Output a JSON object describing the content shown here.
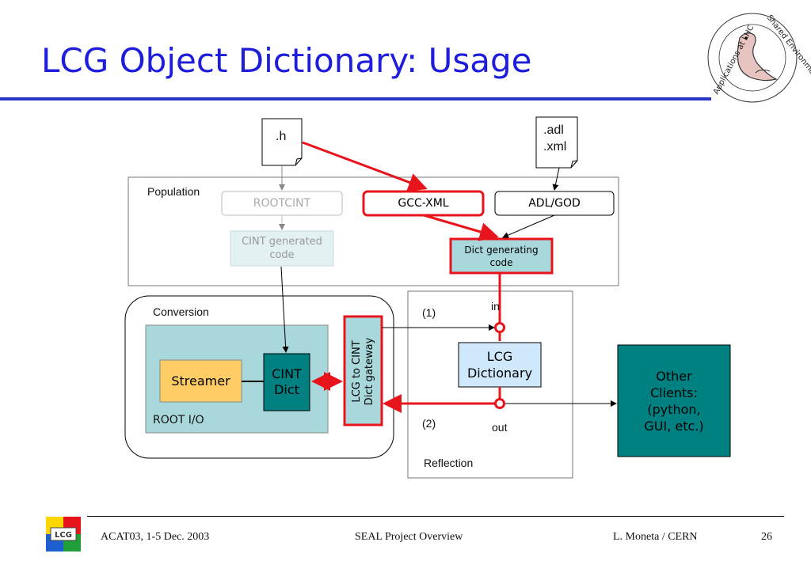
{
  "slide": {
    "title": "LCG Object Dictionary: Usage"
  },
  "logo": {
    "text_left": "Applications at LHC",
    "text_right": "Shared Environment for"
  },
  "files": {
    "h_label": ".h",
    "adl_label": ".adl",
    "xml_label": ".xml"
  },
  "population": {
    "label": "Population",
    "rootcint": "ROOTCINT",
    "gccxml": "GCC-XML",
    "adlgod": "ADL/GOD",
    "cint_gen_line1": "CINT generated",
    "cint_gen_line2": "code",
    "dict_gen_line1": "Dict generating",
    "dict_gen_line2": "code"
  },
  "conversion": {
    "label": "Conversion",
    "streamer": "Streamer",
    "cint_dict_line1": "CINT",
    "cint_dict_line2": "Dict",
    "root_io": "ROOT I/O",
    "gateway_line1": "LCG to CINT",
    "gateway_line2": "Dict gateway"
  },
  "reflection": {
    "label": "Reflection",
    "marker1": "(1)",
    "marker2": "(2)",
    "in_label": "in",
    "out_label": "out",
    "lcg_dict_line1": "LCG",
    "lcg_dict_line2": "Dictionary"
  },
  "clients": {
    "line1": "Other",
    "line2": "Clients:",
    "line3": "(python,",
    "line4": "GUI, etc.)"
  },
  "footer": {
    "left": "ACAT03, 1-5 Dec. 2003",
    "center": "SEAL Project Overview",
    "right": "L. Moneta / CERN",
    "page": "26"
  },
  "colors": {
    "title": "#1d1ddb",
    "red": "#e8141c",
    "teal_dark": "#008080",
    "teal_light": "#a8d8dc",
    "lcg_dict_fill": "#cfe8fb",
    "streamer_fill": "#ffcc66"
  }
}
